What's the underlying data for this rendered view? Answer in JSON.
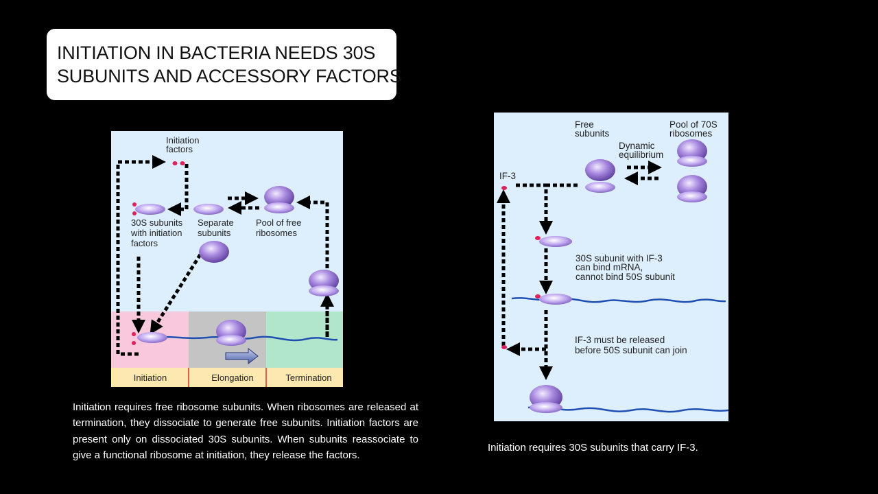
{
  "slide": {
    "title_lines": [
      "INITIATION IN BACTERIA NEEDS 30S",
      "SUBUNITS AND ACCESSORY FACTORS"
    ]
  },
  "left_diagram": {
    "labels": {
      "initiation_factors": [
        "Initiation",
        "factors"
      ],
      "subunits_with_factors": [
        "30S subunits",
        "with initiation",
        "factors"
      ],
      "separate_subunits": [
        "Separate",
        "subunits"
      ],
      "pool": [
        "Pool of free",
        "ribosomes"
      ]
    },
    "stages": [
      "Initiation",
      "Elongation",
      "Termination"
    ],
    "colors": {
      "background": "#ddeefc",
      "initiation_zone": "#f8c8dc",
      "elongation_zone": "#c4c4c4",
      "termination_zone": "#b2e6cc",
      "stage_bar": "#fde8b0",
      "divider": "#d03030"
    }
  },
  "right_diagram": {
    "labels": {
      "free_subunits": [
        "Free",
        "subunits"
      ],
      "pool_70s": [
        "Pool of 70S",
        "ribosomes"
      ],
      "dynamic_equilibrium": [
        "Dynamic",
        "equilibrium"
      ],
      "if3": "IF-3",
      "if3_binding": [
        "30S subunit with IF-3",
        "can bind mRNA,",
        "cannot bind 50S subunit"
      ],
      "if3_release": [
        "IF-3 must be released",
        "before 50S subunit can join"
      ]
    },
    "colors": {
      "background": "#ddeefc",
      "mrna": "#1f4fb0",
      "factor": "#e0205a",
      "ribosome": "#8a68c8"
    }
  },
  "captions": {
    "left": "Initiation requires free ribosome subunits. When ribosomes are released at termination, they dissociate to generate free subunits. Initiation factors are present only on dissociated 30S subunits. When subunits reassociate to give a functional ribosome at initiation, they release the factors.",
    "right": "Initiation requires 30S subunits that carry IF-3."
  }
}
